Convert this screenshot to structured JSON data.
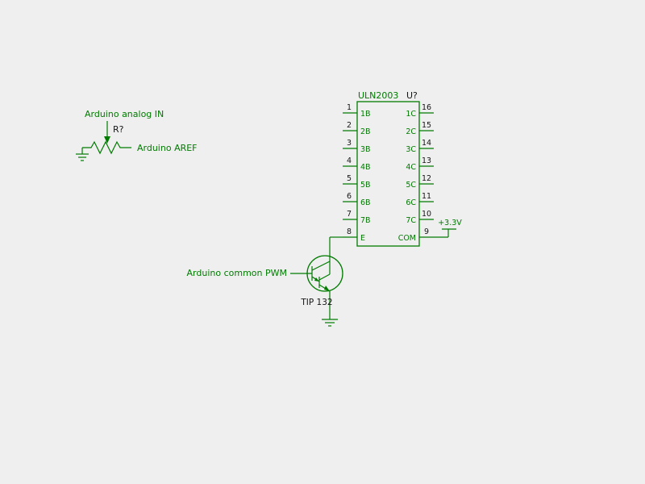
{
  "colors": {
    "schematic_green": "#007b00",
    "dark_text": "#161616",
    "background": "#efefef"
  },
  "pot": {
    "label_top": "Arduino analog IN",
    "ref": "R?",
    "label_right": "Arduino AREF"
  },
  "chip": {
    "name": "ULN2003",
    "ref": "U?",
    "left_pins": [
      {
        "number": "1",
        "name": "1B"
      },
      {
        "number": "2",
        "name": "2B"
      },
      {
        "number": "3",
        "name": "3B"
      },
      {
        "number": "4",
        "name": "4B"
      },
      {
        "number": "5",
        "name": "5B"
      },
      {
        "number": "6",
        "name": "6B"
      },
      {
        "number": "7",
        "name": "7B"
      },
      {
        "number": "8",
        "name": "E"
      }
    ],
    "right_pins": [
      {
        "number": "16",
        "name": "1C"
      },
      {
        "number": "15",
        "name": "2C"
      },
      {
        "number": "14",
        "name": "3C"
      },
      {
        "number": "13",
        "name": "4C"
      },
      {
        "number": "12",
        "name": "5C"
      },
      {
        "number": "11",
        "name": "6C"
      },
      {
        "number": "10",
        "name": "7C"
      },
      {
        "number": "9",
        "name": "COM"
      }
    ]
  },
  "transistor": {
    "label": "Arduino common PWM",
    "part": "TIP 132"
  },
  "power": {
    "label": "+3.3V"
  }
}
